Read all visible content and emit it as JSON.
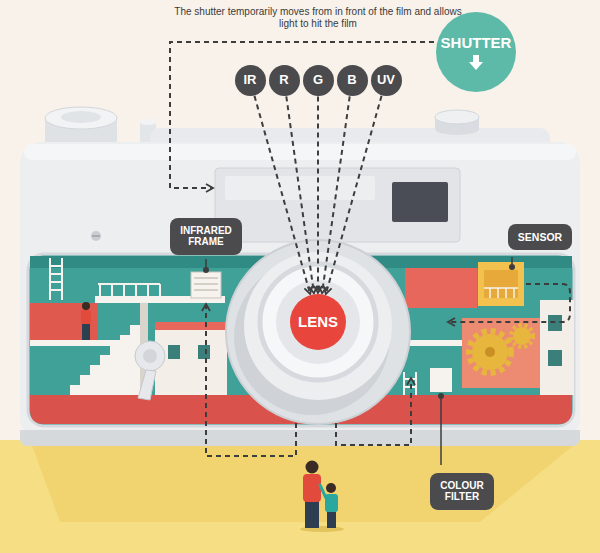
{
  "diagram": {
    "nodes": [
      {
        "text": [
          "IR"
        ]
      },
      {
        "text": [
          "R"
        ]
      },
      {
        "text": [
          "G"
        ]
      },
      {
        "text": [
          "B"
        ]
      },
      {
        "text": [
          "UV"
        ]
      },
      {
        "text": [
          "SHUTTER"
        ]
      },
      {
        "text": [
          "INFRARED FRAME"
        ]
      },
      {
        "text": [
          "SENSOR"
        ]
      },
      {
        "text": [
          "LENS"
        ]
      },
      {
        "text": [
          "COLOUR FILTER"
        ]
      }
    ],
    "edges": [
      {
        "from": 0,
        "to": 8,
        "arrow": "to"
      },
      {
        "from": 1,
        "to": 8,
        "arrow": "to"
      },
      {
        "from": 2,
        "to": 8,
        "arrow": "to"
      },
      {
        "from": 3,
        "to": 8,
        "arrow": "to"
      },
      {
        "from": 4,
        "to": 8,
        "arrow": "to"
      }
    ],
    "labels": [
      "The shutter temporarily moves from in front of the film and allows light to hit the film"
    ]
  }
}
